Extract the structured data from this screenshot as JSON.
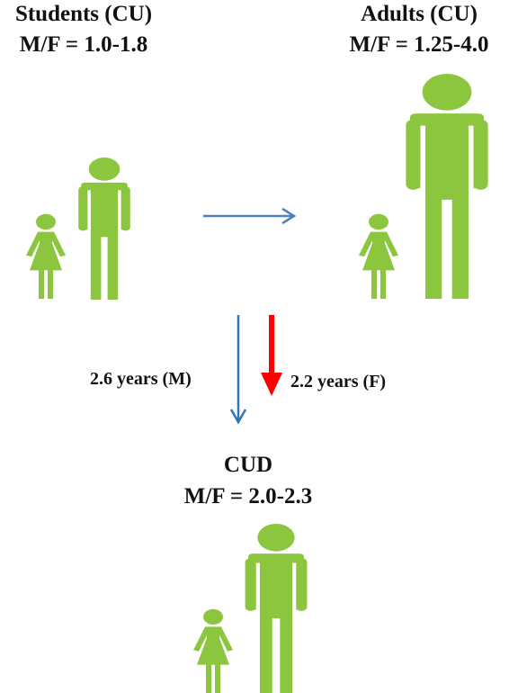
{
  "colors": {
    "figure": "#8cc63f",
    "male_arrow": "#2e75b6",
    "female_arrow": "#ff0000",
    "transition_arrow": "#4f81bd"
  },
  "groups": {
    "students": {
      "title": "Students (CU)",
      "ratio": "M/F = 1.0-1.8"
    },
    "adults": {
      "title": "Adults (CU)",
      "ratio": "M/F = 1.25-4.0"
    },
    "cud": {
      "title": "CUD",
      "ratio": "M/F = 2.0-2.3"
    }
  },
  "transitions": {
    "male": "2.6 years (M)",
    "female": "2.2 years (F)"
  },
  "icons": [
    "male-figure-icon",
    "female-figure-icon"
  ]
}
